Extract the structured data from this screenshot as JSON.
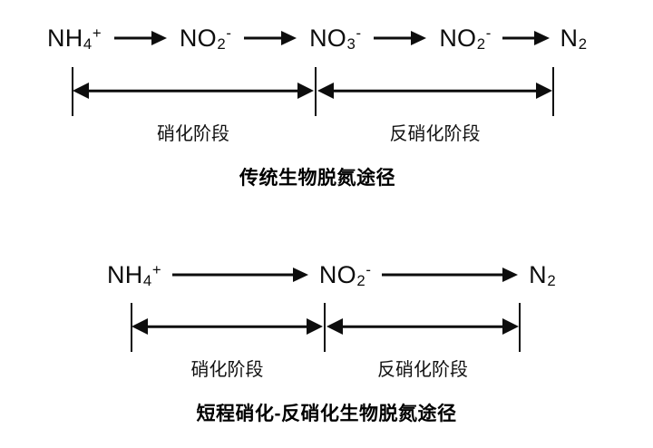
{
  "figure": {
    "background_color": "#ffffff",
    "ink_color": "#0d0d0d"
  },
  "diagrams": [
    {
      "id": "conventional",
      "caption": "传统生物脱氮途径",
      "chain": [
        {
          "base": "NH",
          "sub": "4",
          "sup": "+"
        },
        {
          "base": "NO",
          "sub": "2",
          "sup": "-"
        },
        {
          "base": "NO",
          "sub": "3",
          "sup": "-"
        },
        {
          "base": "NO",
          "sub": "2",
          "sup": "-"
        },
        {
          "base": "N",
          "sub": "2",
          "sup": ""
        }
      ],
      "stages": [
        {
          "label": "硝化阶段"
        },
        {
          "label": "反硝化阶段"
        }
      ]
    },
    {
      "id": "shortcut",
      "caption": "短程硝化-反硝化生物脱氮途径",
      "chain": [
        {
          "base": "NH",
          "sub": "4",
          "sup": "+"
        },
        {
          "base": "NO",
          "sub": "2",
          "sup": "-"
        },
        {
          "base": "N",
          "sub": "2",
          "sup": ""
        }
      ],
      "stages": [
        {
          "label": "硝化阶段"
        },
        {
          "label": "反硝化阶段"
        }
      ]
    }
  ]
}
